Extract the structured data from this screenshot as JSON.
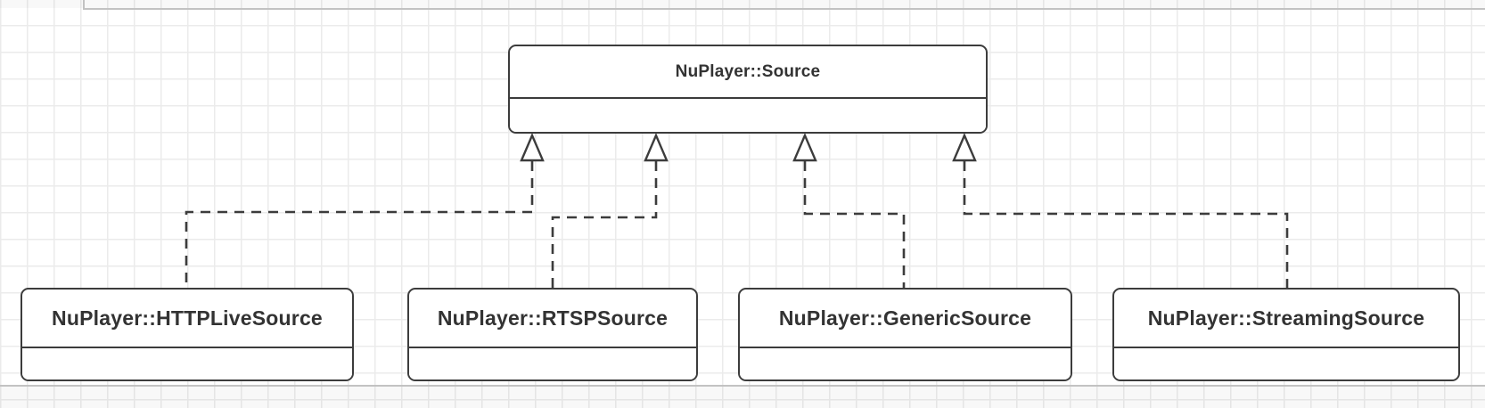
{
  "diagram": {
    "type": "uml-class-diagram",
    "parent_class": {
      "name": "NuPlayer::Source"
    },
    "child_classes": [
      {
        "name": "NuPlayer::HTTPLiveSource"
      },
      {
        "name": "NuPlayer::RTSPSource"
      },
      {
        "name": "NuPlayer::GenericSource"
      },
      {
        "name": "NuPlayer::StreamingSource"
      }
    ],
    "relations": [
      {
        "from": "NuPlayer::HTTPLiveSource",
        "to": "NuPlayer::Source",
        "type": "realization"
      },
      {
        "from": "NuPlayer::RTSPSource",
        "to": "NuPlayer::Source",
        "type": "realization"
      },
      {
        "from": "NuPlayer::GenericSource",
        "to": "NuPlayer::Source",
        "type": "realization"
      },
      {
        "from": "NuPlayer::StreamingSource",
        "to": "NuPlayer::Source",
        "type": "realization"
      }
    ],
    "edge_style": "dashed line with hollow triangle arrowhead pointing at parent",
    "colors": {
      "stroke": "#3c3c3c",
      "text": "#333333",
      "node_fill": "#ffffff",
      "grid_line": "#ebebeb",
      "page_border": "#c2c2c2"
    }
  }
}
